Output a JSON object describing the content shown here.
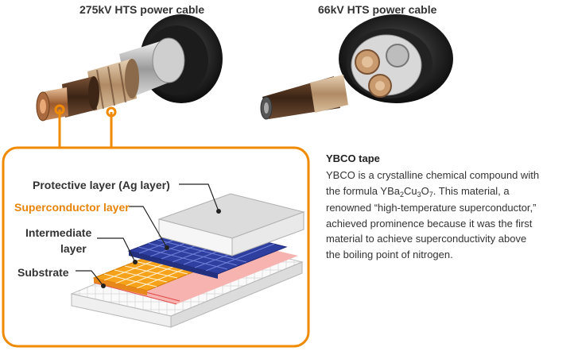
{
  "cables": {
    "left_title": "275kV HTS power cable",
    "right_title": "66kV HTS power cable"
  },
  "diagram": {
    "labels": {
      "protective": "Protective layer (Ag layer)",
      "superconductor": "Superconductor layer",
      "intermediate_1": "Intermediate",
      "intermediate_2": "layer",
      "substrate": "Substrate"
    }
  },
  "ybco": {
    "title": "YBCO tape",
    "line1": "YBCO is a crystalline chemical compound with",
    "line2_prefix": "the formula YBa",
    "sub2": "2",
    "cu": "Cu",
    "sub3": "3",
    "o": "O",
    "sub7": "7",
    "line2_suffix": ". This material, a",
    "line3": "renowned “high-temperature superconductor,”",
    "line4": "achieved prominence because it was the first",
    "line5": "material to achieve superconductivity above",
    "line6": "the boiling point of nitrogen."
  },
  "colors": {
    "accent_orange": "#f08a00",
    "superconductor_blue": "#2f3fa0",
    "intermediate_orange": "#f7a21b",
    "substrate_gray": "#e6e6e6"
  }
}
